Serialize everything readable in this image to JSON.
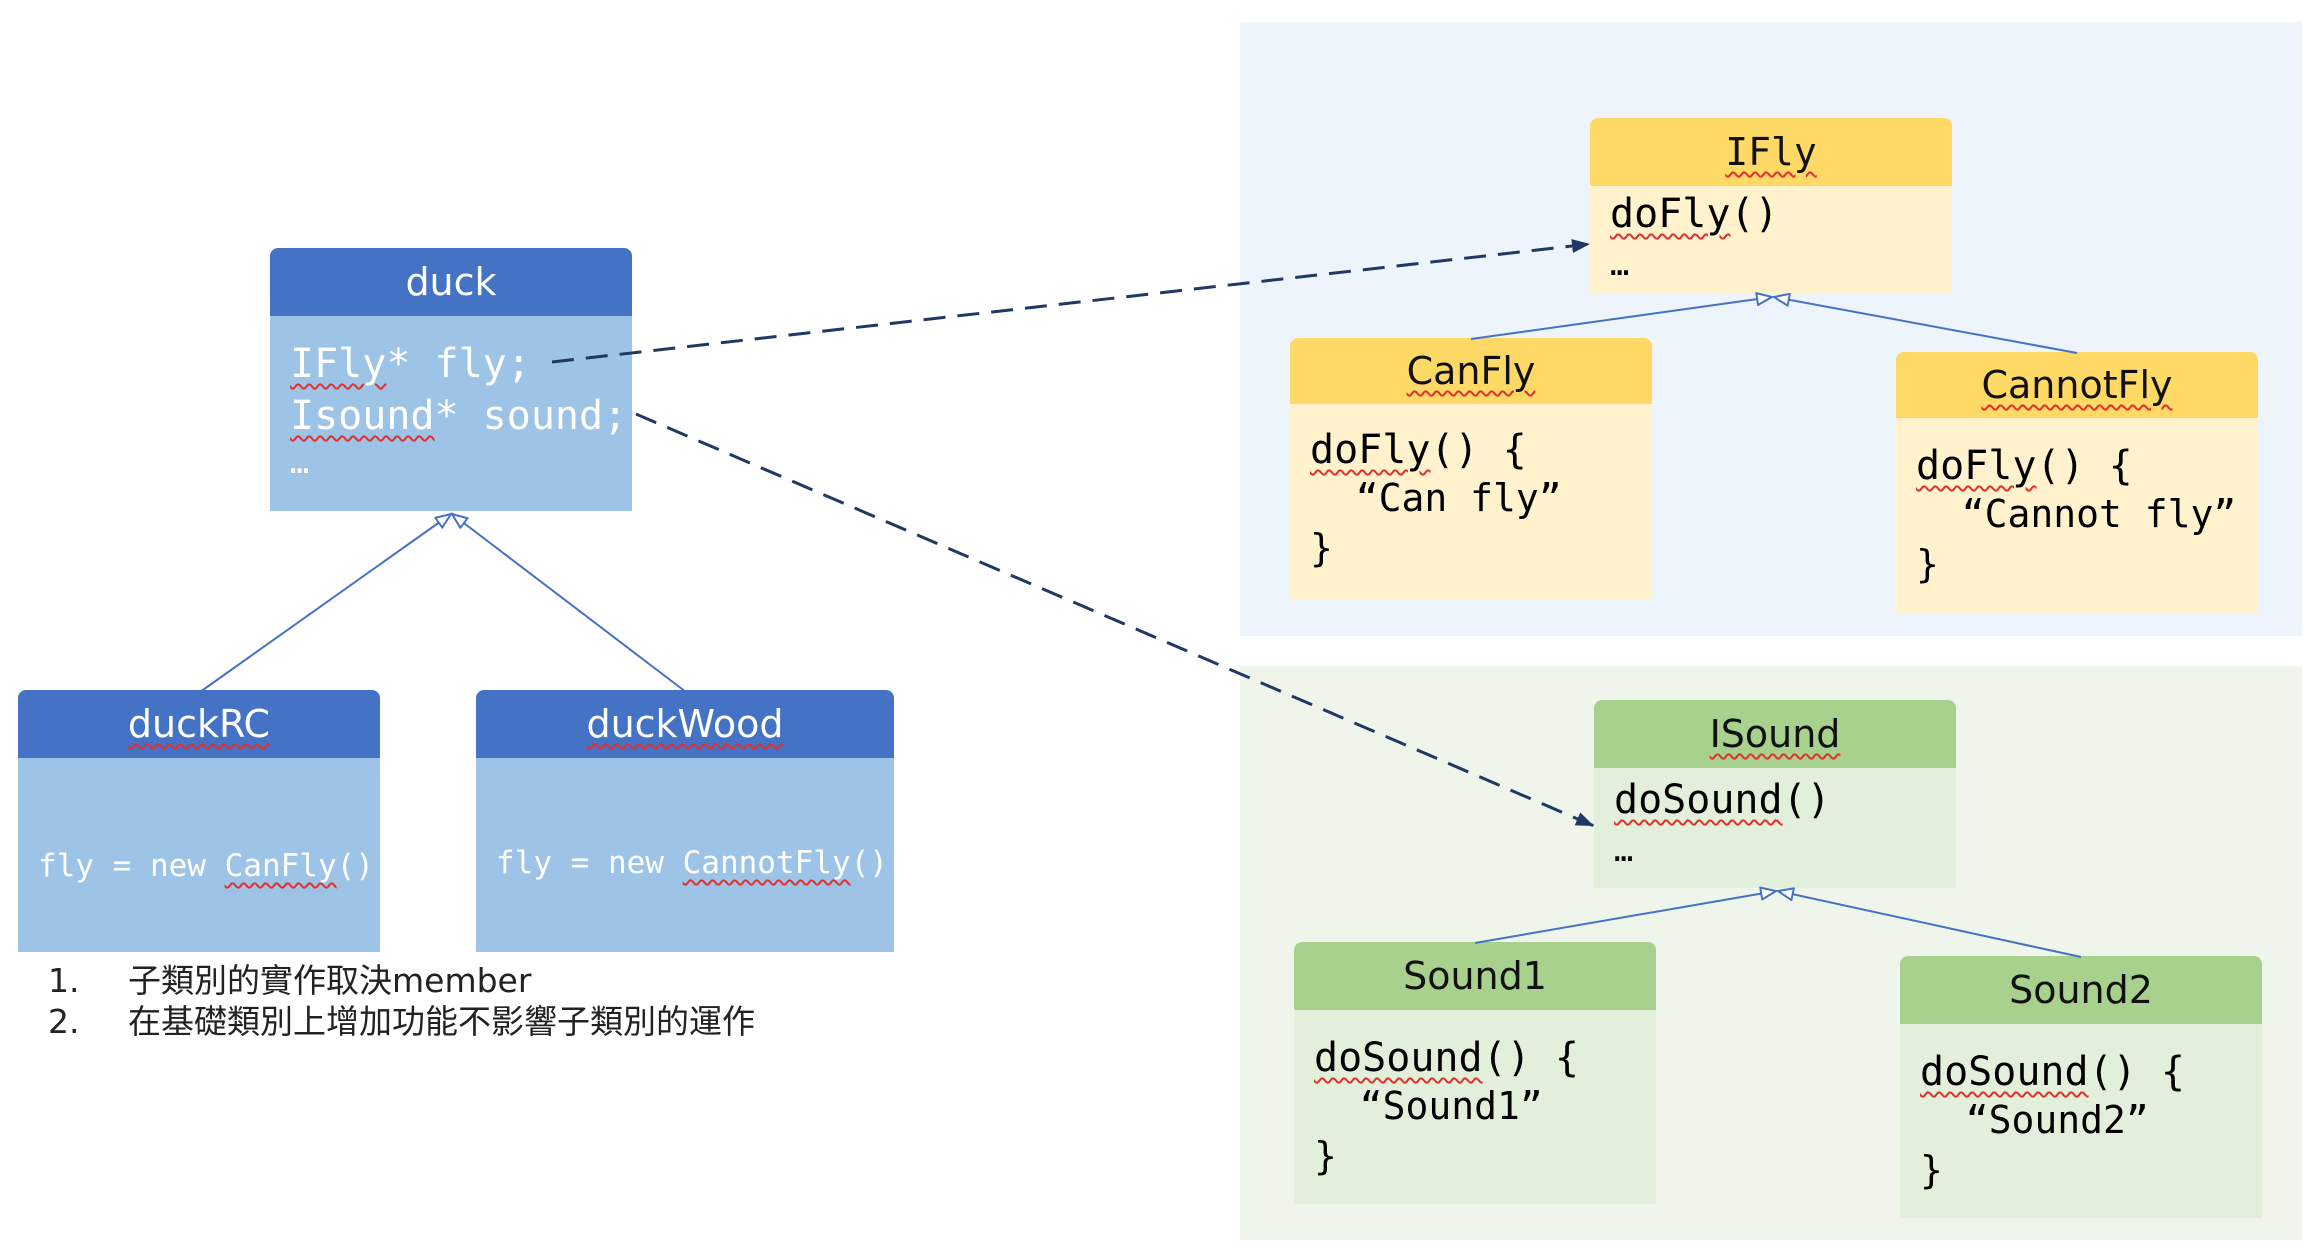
{
  "colors": {
    "blue_header": "#4472C4",
    "blue_body": "#9DC3E6",
    "yellow_header": "#FFD966",
    "yellow_body": "#FFF2CC",
    "green_header": "#A9D18E",
    "green_body": "#E2EFDA",
    "panel_fly": "#EEF4FB",
    "panel_sound": "#F0F5EC",
    "arrow": "#1F3864",
    "edge": "#4472C4"
  },
  "duck": {
    "title": "duck",
    "lines": {
      "l1a": "IFly",
      "l1b": "* fly;",
      "l2a": "Isound",
      "l2b": "* sound;",
      "l3": "…"
    }
  },
  "duckRC": {
    "title": "duckRC",
    "code_pre": "fly = new ",
    "code_cls": "CanFly",
    "code_post": "()"
  },
  "duckWood": {
    "title": "duckWood",
    "code_pre": "fly = new ",
    "code_cls": "CannotFly",
    "code_post": "()"
  },
  "ifly": {
    "title": "IFly",
    "method": "doFly",
    "method_suffix": "()",
    "more": "…"
  },
  "canfly": {
    "title": "CanFly",
    "l1a": "doFly",
    "l1b": "() {",
    "l2": "  “Can fly”",
    "l3": "}"
  },
  "cannotfly": {
    "title": "CannotFly",
    "l1a": "doFly",
    "l1b": "() {",
    "l2": "  “Cannot fly”",
    "l3": "}"
  },
  "isound": {
    "title": "ISound",
    "method": "doSound",
    "method_suffix": "()",
    "more": "…"
  },
  "sound1": {
    "title": "Sound1",
    "l1a": "doSound",
    "l1b": "() {",
    "l2": "  “Sound1”",
    "l3": "}"
  },
  "sound2": {
    "title": "Sound2",
    "l1a": "doSound",
    "l1b": "() {",
    "l2": "  “Sound2”",
    "l3": "}"
  },
  "notes": [
    {
      "num": "1.",
      "text": "子類別的實作取決member"
    },
    {
      "num": "2.",
      "text": "在基礎類別上增加功能不影響子類別的運作"
    }
  ]
}
